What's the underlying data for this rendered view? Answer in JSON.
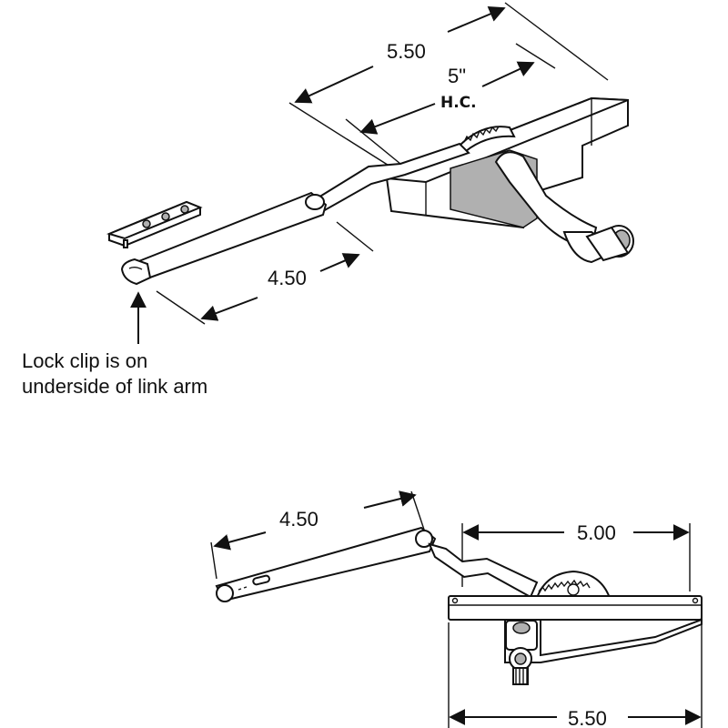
{
  "top_view": {
    "dim_overall": "5.50",
    "dim_hc_value": "5\"",
    "dim_hc_unit": "H.C.",
    "dim_link_arm": "4.50",
    "note_line1": "Lock clip is on",
    "note_line2": "underside of link arm"
  },
  "bottom_view": {
    "dim_link_arm": "4.50",
    "dim_gear_span": "5.00",
    "dim_base": "5.50"
  }
}
